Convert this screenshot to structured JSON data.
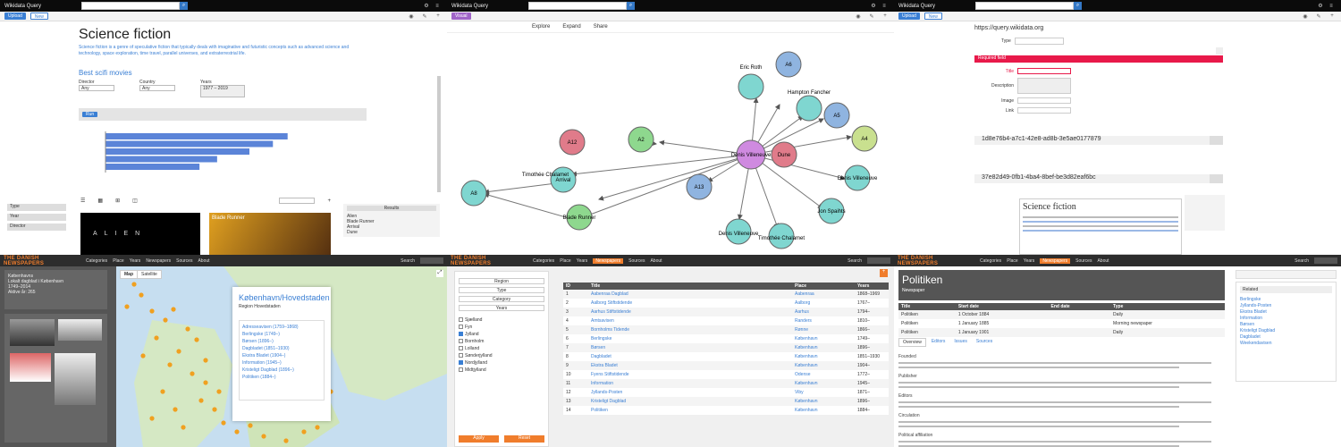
{
  "app": {
    "name": "Wikidata Query",
    "url_text": "https://query.wikidata.org"
  },
  "toolbar": {
    "upload": "Upload",
    "new": "New"
  },
  "p1": {
    "title": "Science fiction",
    "intro": "Science fiction is a genre of speculative fiction that typically deals with imaginative and futuristic concepts such as advanced science and technology, space exploration, time travel, parallel universes, and extraterrestrial life.",
    "widget_title": "Best scifi movies",
    "filters": [
      {
        "label": "Director",
        "value": "Any"
      },
      {
        "label": "Country",
        "value": "Any"
      },
      {
        "label": "Years",
        "value": "1977 – 2019"
      }
    ],
    "run": "Run",
    "chart_data": {
      "type": "bar",
      "categories": [
        "",
        "",
        "",
        "",
        ""
      ],
      "values": [
        310,
        285,
        245,
        190,
        160
      ],
      "xlim": [
        0,
        350
      ]
    },
    "results": {
      "header": "Results",
      "items": [
        "Alien",
        "Blade Runner",
        "Arrival",
        "Dune"
      ]
    },
    "sidebar_selects": [
      "Type",
      "Year",
      "Director"
    ],
    "movies": [
      "ALIEN",
      "Blade Runner"
    ]
  },
  "p2": {
    "tab": "Visual",
    "tabs": [
      "Explore",
      "Expand",
      "Share"
    ],
    "center": "Denis Villeneuve",
    "nodes": {
      "n1": "Eric Roth",
      "n2": "A6",
      "n3": "Hampton Fancher",
      "n4": "A5",
      "n5": "A4",
      "n6": "Denis Villeneuve",
      "n7": "Jon Spaihts",
      "n8": "Timothée Chalamet",
      "n9": "Denis Villeneuve",
      "n10": "A13",
      "n11": "Blade Runner",
      "n12": "Arrival",
      "n13": "A8",
      "n14": "A2",
      "n15": "A12",
      "n16": "Dune",
      "n17": "Timothée Chalamet"
    }
  },
  "p3": {
    "url": "https://query.wikidata.org",
    "items": [
      {
        "id": "1d8e76b4-a7c1-42e8-ad8b-3e5ae0177879"
      },
      {
        "id": "37e82d49-0fb1-4ba4-8bef-be3d82eaf6bc"
      }
    ],
    "preview_title": "Science fiction",
    "type_label": "Type",
    "required": "Required field",
    "fields": [
      "Title",
      "Description",
      "Image",
      "Link"
    ]
  },
  "dn": {
    "brand": "THE DANISH NEWSPAPERS",
    "nav": [
      "Categories",
      "Place",
      "Years",
      "Newspapers",
      "Sources",
      "About"
    ],
    "search": "Search"
  },
  "p4": {
    "info": [
      "Københavns",
      "Lokalt dagblad i København",
      "1749–2014",
      "Aktive år: 265"
    ],
    "map_tabs": [
      "Map",
      "Satellite"
    ],
    "popup_title": "København/Hovedstaden",
    "popup_sub": "Region Hovedstaden",
    "popup_list": [
      "Adresseavisen (1759–1868)",
      "Berlingske (1749–)",
      "Børsen (1896–)",
      "Dagbladet (1851–1930)",
      "Ekstra Bladet (1904–)",
      "Information (1945–)",
      "Kristeligt Dagblad (1896–)",
      "Politiken (1884–)"
    ]
  },
  "p5": {
    "columns": [
      "ID",
      "Title",
      "Place",
      "Years"
    ],
    "rows": [
      [
        "1",
        "Aabenraa Dagblad",
        "Aabenraa",
        "1868–1969"
      ],
      [
        "2",
        "Aalborg Stiftstidende",
        "Aalborg",
        "1767–"
      ],
      [
        "3",
        "Aarhus Stiftstidende",
        "Aarhus",
        "1794–"
      ],
      [
        "4",
        "Amtsavisen",
        "Randers",
        "1810–"
      ],
      [
        "5",
        "Bornholms Tidende",
        "Rønne",
        "1866–"
      ],
      [
        "6",
        "Berlingske",
        "København",
        "1749–"
      ],
      [
        "7",
        "Børsen",
        "København",
        "1896–"
      ],
      [
        "8",
        "Dagbladet",
        "København",
        "1851–1930"
      ],
      [
        "9",
        "Ekstra Bladet",
        "København",
        "1904–"
      ],
      [
        "10",
        "Fyens Stiftstidende",
        "Odense",
        "1772–"
      ],
      [
        "11",
        "Information",
        "København",
        "1945–"
      ],
      [
        "12",
        "Jyllands-Posten",
        "Viby",
        "1871–"
      ],
      [
        "13",
        "Kristeligt Dagblad",
        "København",
        "1896–"
      ],
      [
        "14",
        "Politiken",
        "København",
        "1884–"
      ]
    ],
    "filters": [
      "Region",
      "Type",
      "Category",
      "Years"
    ],
    "checks": [
      "Sjælland",
      "Fyn",
      "Jylland",
      "Bornholm",
      "Lolland",
      "Sønderjylland",
      "Nordjylland",
      "Midtjylland"
    ],
    "apply": "Apply",
    "reset": "Reset"
  },
  "p6": {
    "title": "Politiken",
    "subtitle": "Newspaper",
    "table_cols": [
      "Title",
      "Start date",
      "End date",
      "Type"
    ],
    "table_rows": [
      [
        "Politiken",
        "1 October 1884",
        "",
        "Daily"
      ],
      [
        "Politiken",
        "1 January 1885",
        "",
        "Morning newspaper"
      ],
      [
        "Politiken",
        "1 January 1901",
        "",
        "Daily"
      ]
    ],
    "tabs": [
      "Overview",
      "Editors",
      "Issues",
      "Sources"
    ],
    "sections": [
      "Founded",
      "Publisher",
      "Editors",
      "Circulation",
      "Political affiliation"
    ],
    "side_header": "Related",
    "side_list": [
      "Berlingske",
      "Jyllands-Posten",
      "Ekstra Bladet",
      "Information",
      "Børsen",
      "Kristeligt Dagblad",
      "Dagbladet",
      "Weekendavisen"
    ]
  }
}
